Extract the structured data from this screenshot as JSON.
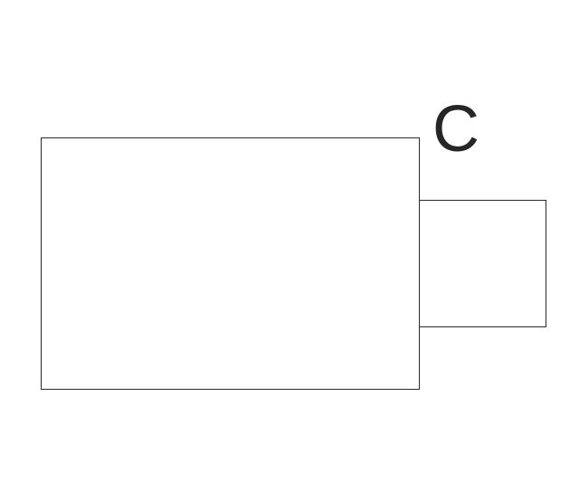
{
  "diagram": {
    "background_color": "#ffffff",
    "stroke_color": "#2b2b2b",
    "label_color": "#262626",
    "shapes": [
      {
        "name": "large-rectangle",
        "type": "rectangle",
        "label": ""
      },
      {
        "name": "small-rectangle",
        "type": "rectangle",
        "label": "C",
        "label_position": "above-top-left-corner"
      }
    ],
    "labels": {
      "c": "C"
    }
  }
}
